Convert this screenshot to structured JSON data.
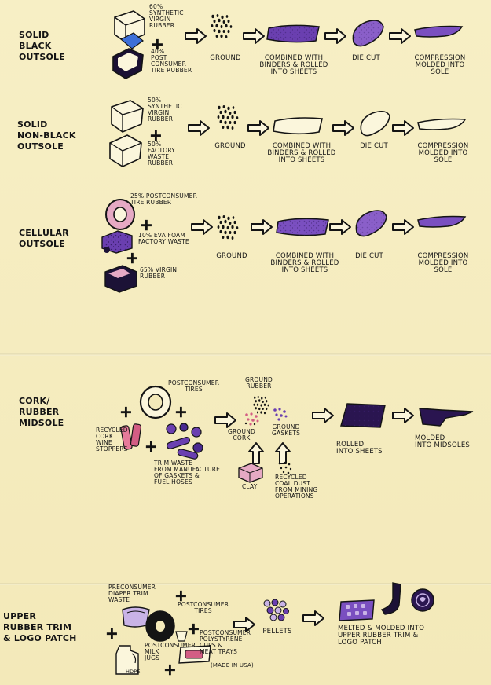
{
  "colors": {
    "paper": "#f5edbf",
    "ink": "#141414",
    "purple": "#6a3fb0",
    "violet": "#8a5fc9",
    "dark": "#1c1236",
    "pink": "#e6a9c4",
    "lilac": "#c9b3e6"
  },
  "rows": {
    "solid_black": {
      "title": "SOLID\nBLACK\nOUTSOLE",
      "input_a": "60%\nSYNTHETIC\nVIRGIN\nRUBBER",
      "input_b": "40%\nPOST\nCONSUMER\nTIRE RUBBER",
      "steps": [
        "GROUND",
        "COMBINED WITH\nBINDERS & ROLLED\nINTO SHEETS",
        "DIE CUT",
        "COMPRESSION\nMOLDED INTO\nSOLE"
      ]
    },
    "solid_nonblack": {
      "title": "SOLID\nNON-BLACK\nOUTSOLE",
      "input_a": "50%\nSYNTHETIC\nVIRGIN\nRUBBER",
      "input_b": "50%\nFACTORY\nWASTE\nRUBBER",
      "steps": [
        "GROUND",
        "COMBINED WITH\nBINDERS & ROLLED\nINTO SHEETS",
        "DIE CUT",
        "COMPRESSION\nMOLDED INTO\nSOLE"
      ]
    },
    "cellular": {
      "title": "CELLULAR\nOUTSOLE",
      "input_a": "25% POSTCONSUMER\nTIRE RUBBER",
      "input_b": "10% EVA FOAM\nFACTORY WASTE",
      "input_c": "65% VIRGIN\nRUBBER",
      "steps": [
        "GROUND",
        "COMBINED WITH\nBINDERS & ROLLED\nINTO SHEETS",
        "DIE CUT",
        "COMPRESSION\nMOLDED INTO\nSOLE"
      ]
    },
    "cork": {
      "title": "CORK/\nRUBBER\nMIDSOLE",
      "tires": "POSTCONSUMER\nTIRES",
      "cork": "RECYCLED\nCORK\nWINE\nSTOPPERS",
      "trim": "TRIM WASTE\nFROM MANUFACTURE\nOF GASKETS &\nFUEL HOSES",
      "clay": "CLAY",
      "coal": "RECYCLED\nCOAL DUST\nFROM MINING\nOPERATIONS",
      "ground_rubber": "GROUND\nRUBBER",
      "ground_cork": "GROUND\nCORK",
      "ground_gaskets": "GROUND\nGASKETS",
      "rolled": "ROLLED\nINTO SHEETS",
      "molded": "MOLDED\nINTO MIDSOLES"
    },
    "upper": {
      "title": "UPPER\nRUBBER TRIM\n& LOGO PATCH",
      "diaper": "PRECONSUMER\nDIAPER TRIM\nWASTE",
      "tires": "POSTCONSUMER\nTIRES",
      "milk": "POSTCONSUMER\nMILK\nJUGS",
      "hdpe": "HDPE",
      "poly": "POSTCONSUMER\nPOLYSTYRENE\nCUPS &\nMEAT TRAYS",
      "made": "(MADE IN USA)",
      "pellets": "PELLETS",
      "result": "MELTED & MOLDED INTO\nUPPER RUBBER TRIM &\nLOGO PATCH"
    }
  }
}
